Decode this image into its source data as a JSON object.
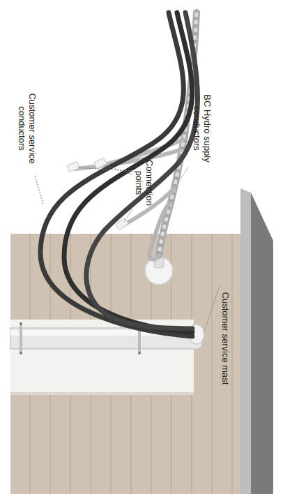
{
  "diagram": {
    "labels": [
      "Customer service conductors",
      "Connection points",
      "BC Hydro supply conductors",
      "Customer service mast"
    ]
  }
}
